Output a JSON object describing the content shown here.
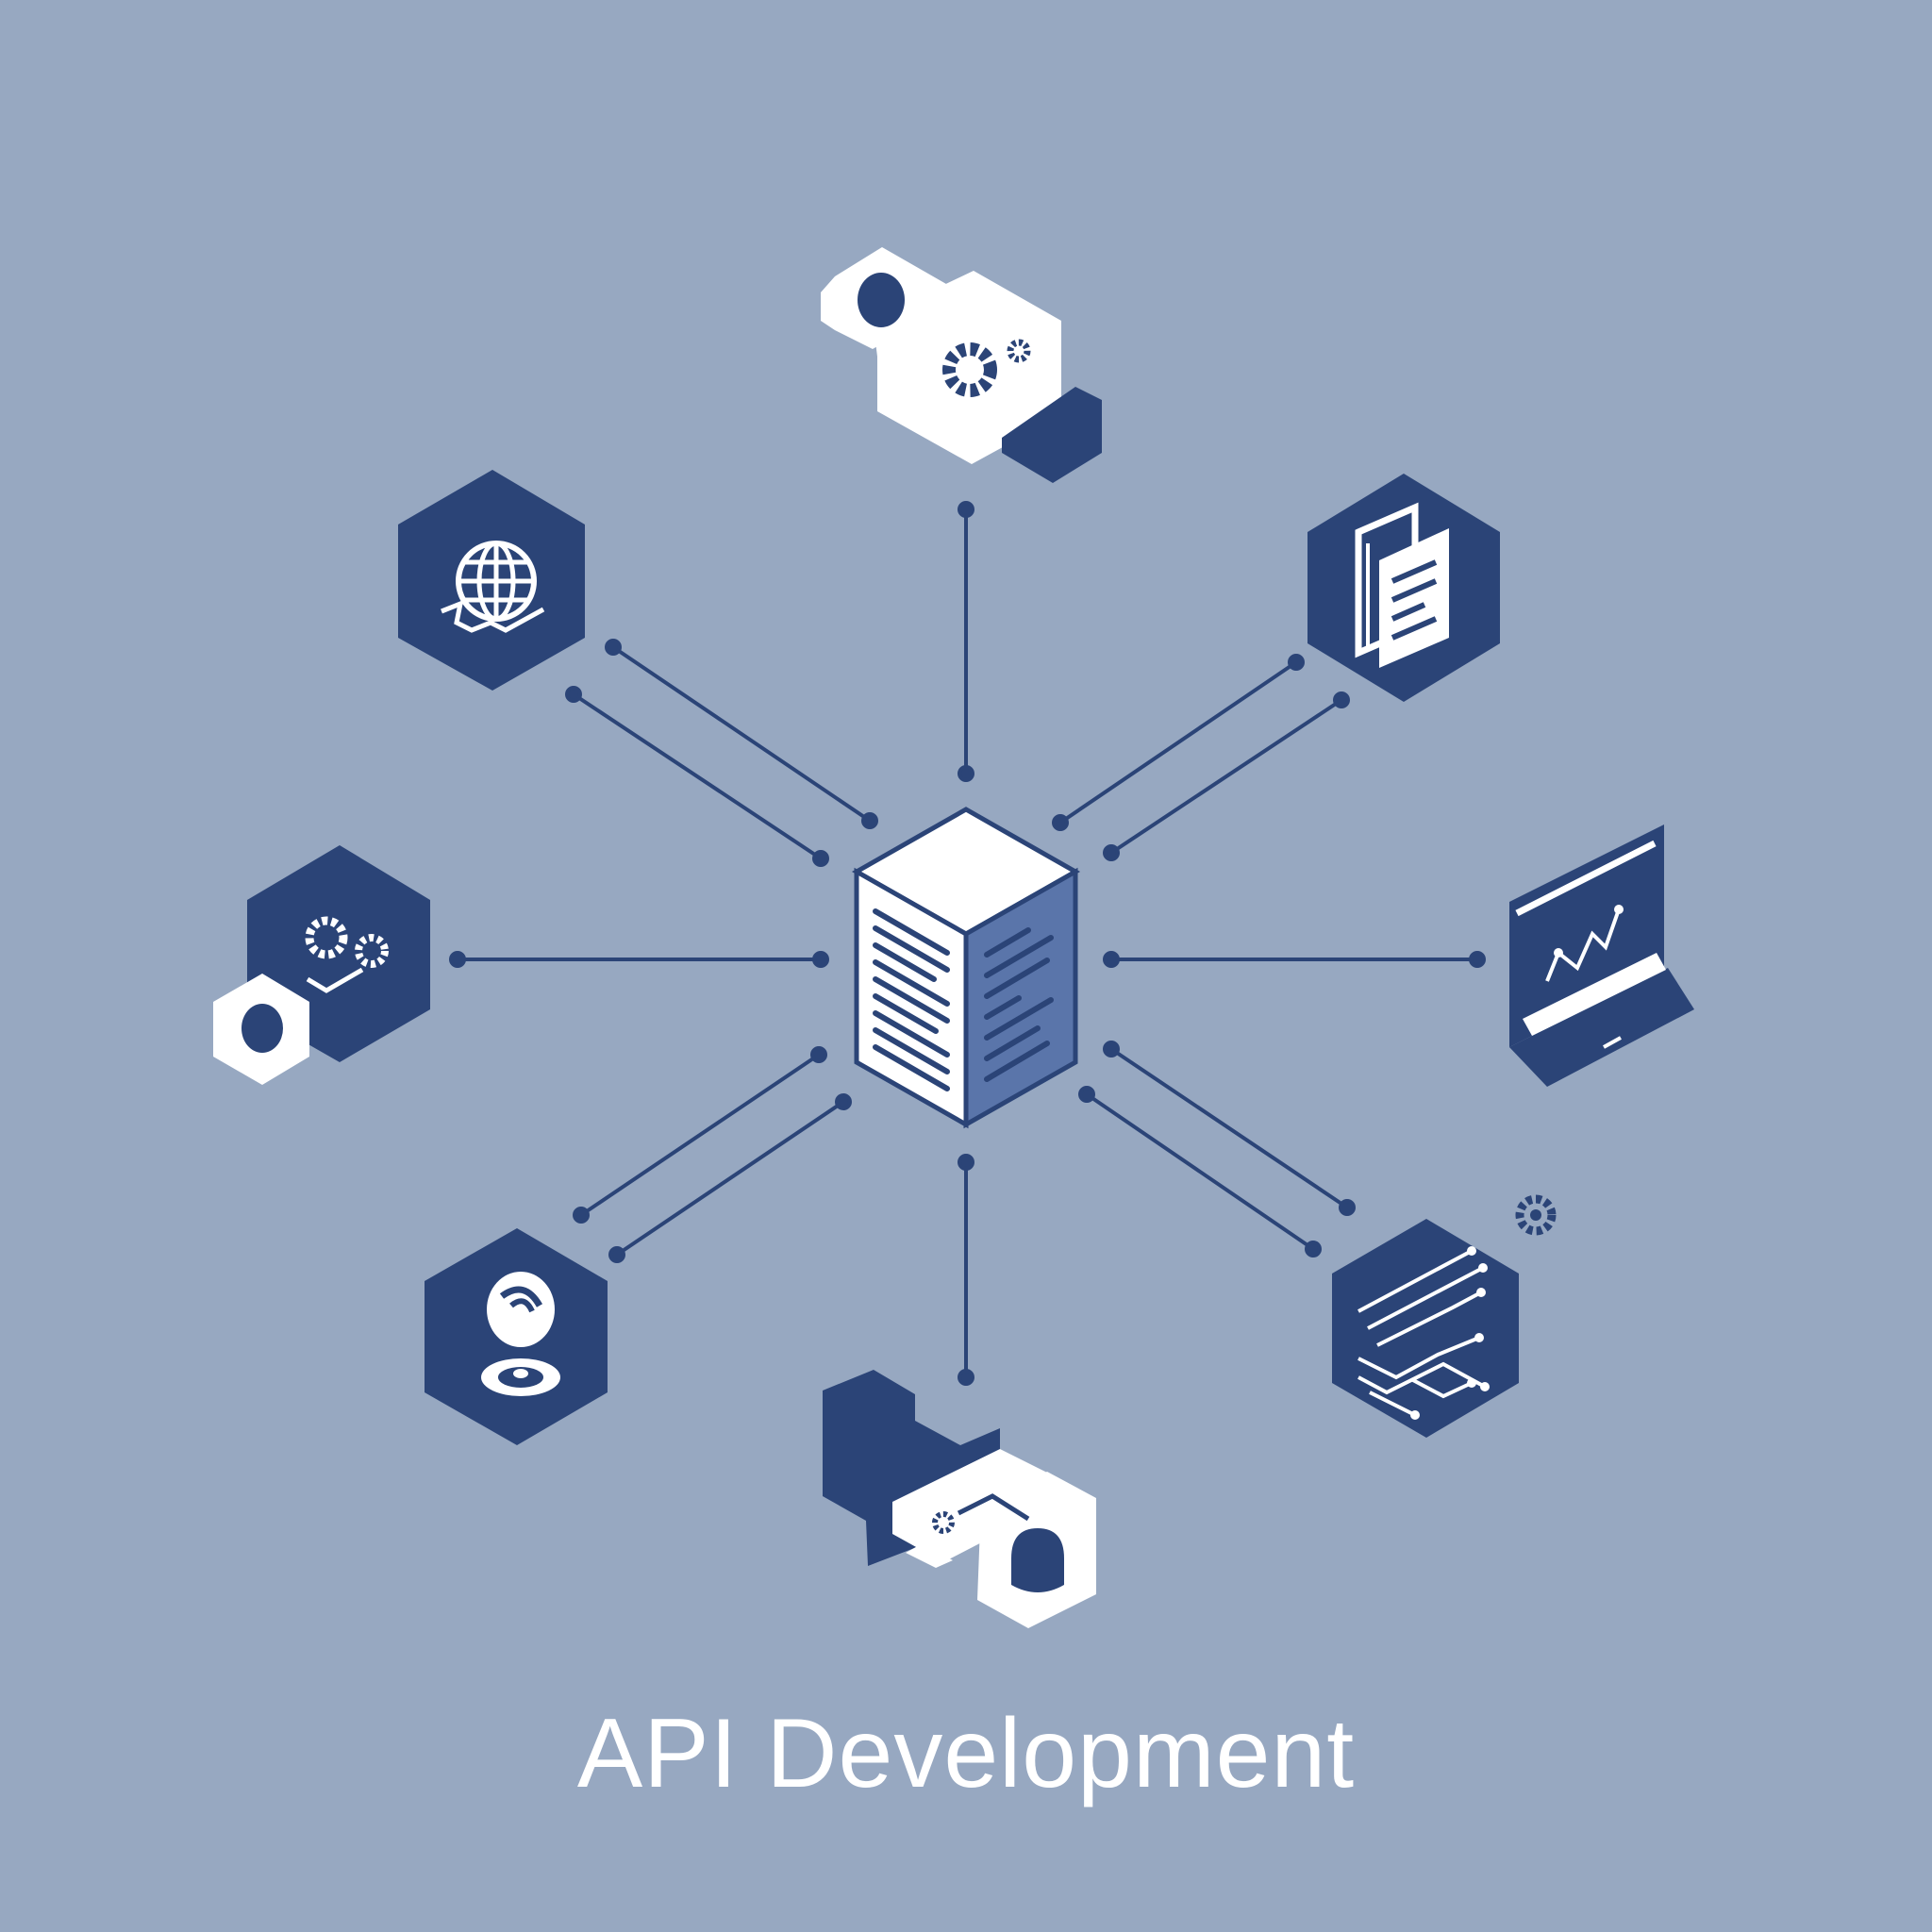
{
  "caption": "API Development",
  "colors": {
    "background": "#97a8c1",
    "navy": "#2b4477",
    "white": "#ffffff",
    "server_side": "#5a75aa"
  },
  "hub": {
    "icon": "server-cube-icon"
  },
  "nodes": [
    {
      "id": "top",
      "icon": "user-settings-blocks-icon"
    },
    {
      "id": "upper-left",
      "icon": "globe-gears-icon"
    },
    {
      "id": "upper-right",
      "icon": "documents-icon"
    },
    {
      "id": "left",
      "icon": "gears-icon"
    },
    {
      "id": "right",
      "icon": "laptop-chart-icon"
    },
    {
      "id": "lower-left",
      "icon": "user-profile-icon"
    },
    {
      "id": "lower-right",
      "icon": "circuit-icon"
    },
    {
      "id": "bottom",
      "icon": "database-blocks-icon"
    }
  ]
}
